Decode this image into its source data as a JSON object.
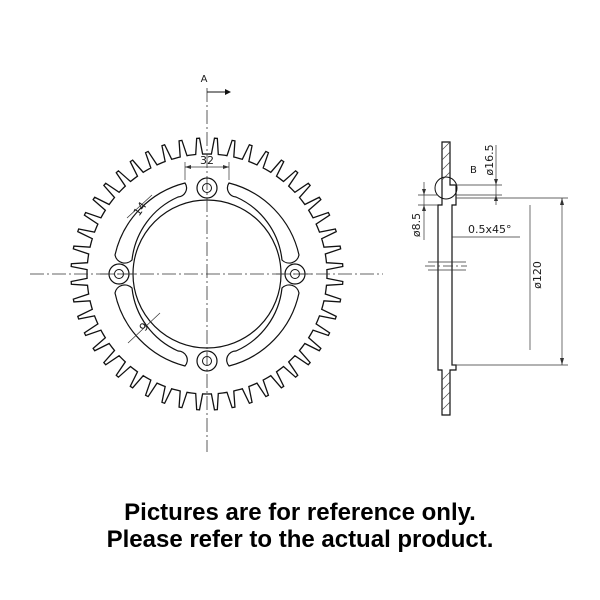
{
  "drawing": {
    "section_marker": "A",
    "detail_marker": "B",
    "teeth": 48,
    "bolt_holes": 4,
    "dimensions": {
      "bolt_hole_spacing": "32",
      "slot_width_upper": "14",
      "slot_width_lower": "9",
      "hub_step": "ø16.5",
      "bolt_hole_diameter": "ø8.5",
      "chamfer": "0.5x45°",
      "center_bore": "ø120"
    }
  },
  "caption": {
    "line1": "Pictures are for reference only.",
    "line2": "Please refer to the actual product."
  }
}
